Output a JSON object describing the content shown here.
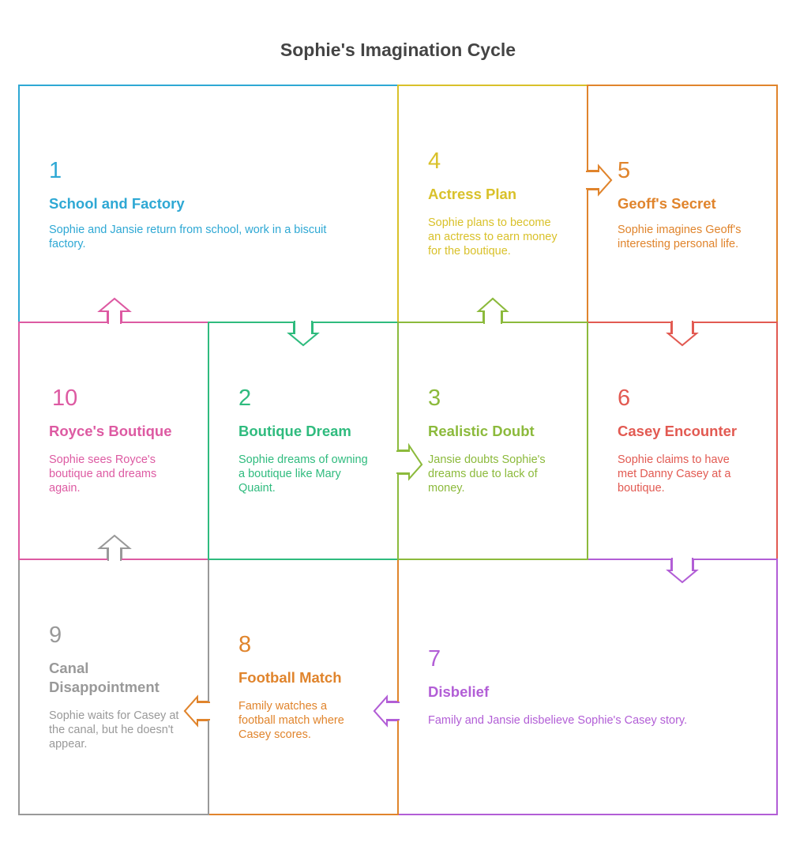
{
  "title": "Sophie's Imagination Cycle",
  "colors": {
    "blue": "#2ea8d4",
    "green": "#2fbb7e",
    "lime": "#8cba3c",
    "yellow": "#d9c12a",
    "orange": "#e0842c",
    "red": "#e25a52",
    "purple": "#b25ed6",
    "gray": "#999999",
    "pink": "#dd5aa2"
  },
  "steps": [
    {
      "num": "1",
      "heading": "School and Factory",
      "desc": "Sophie and Jansie return from school, work in a biscuit factory.",
      "color": "#2ea8d4"
    },
    {
      "num": "2",
      "heading": "Boutique Dream",
      "desc": "Sophie dreams of owning a boutique like Mary Quaint.",
      "color": "#2fbb7e"
    },
    {
      "num": "3",
      "heading": "Realistic Doubt",
      "desc": "Jansie doubts Sophie's dreams due to lack of money.",
      "color": "#8cba3c"
    },
    {
      "num": "4",
      "heading": "Actress Plan",
      "desc": "Sophie plans to become an actress to earn money for the boutique.",
      "color": "#d9c12a"
    },
    {
      "num": "5",
      "heading": "Geoff's Secret",
      "desc": "Sophie imagines Geoff's interesting personal life.",
      "color": "#e0842c"
    },
    {
      "num": "6",
      "heading": "Casey Encounter",
      "desc": "Sophie claims to have met Danny Casey at a boutique.",
      "color": "#e25a52"
    },
    {
      "num": "7",
      "heading": "Disbelief",
      "desc": "Family and Jansie disbelieve Sophie's Casey story.",
      "color": "#b25ed6"
    },
    {
      "num": "8",
      "heading": "Football Match",
      "desc": "Family watches a football match where Casey scores.",
      "color": "#e0842c"
    },
    {
      "num": "9",
      "heading": "Canal Disappointment",
      "desc": "Sophie waits for Casey at the canal, but he doesn't appear.",
      "color": "#999999"
    },
    {
      "num": "10",
      "heading": "Royce's Boutique",
      "desc": "Sophie sees Royce's boutique and dreams again.",
      "color": "#dd5aa2"
    }
  ]
}
